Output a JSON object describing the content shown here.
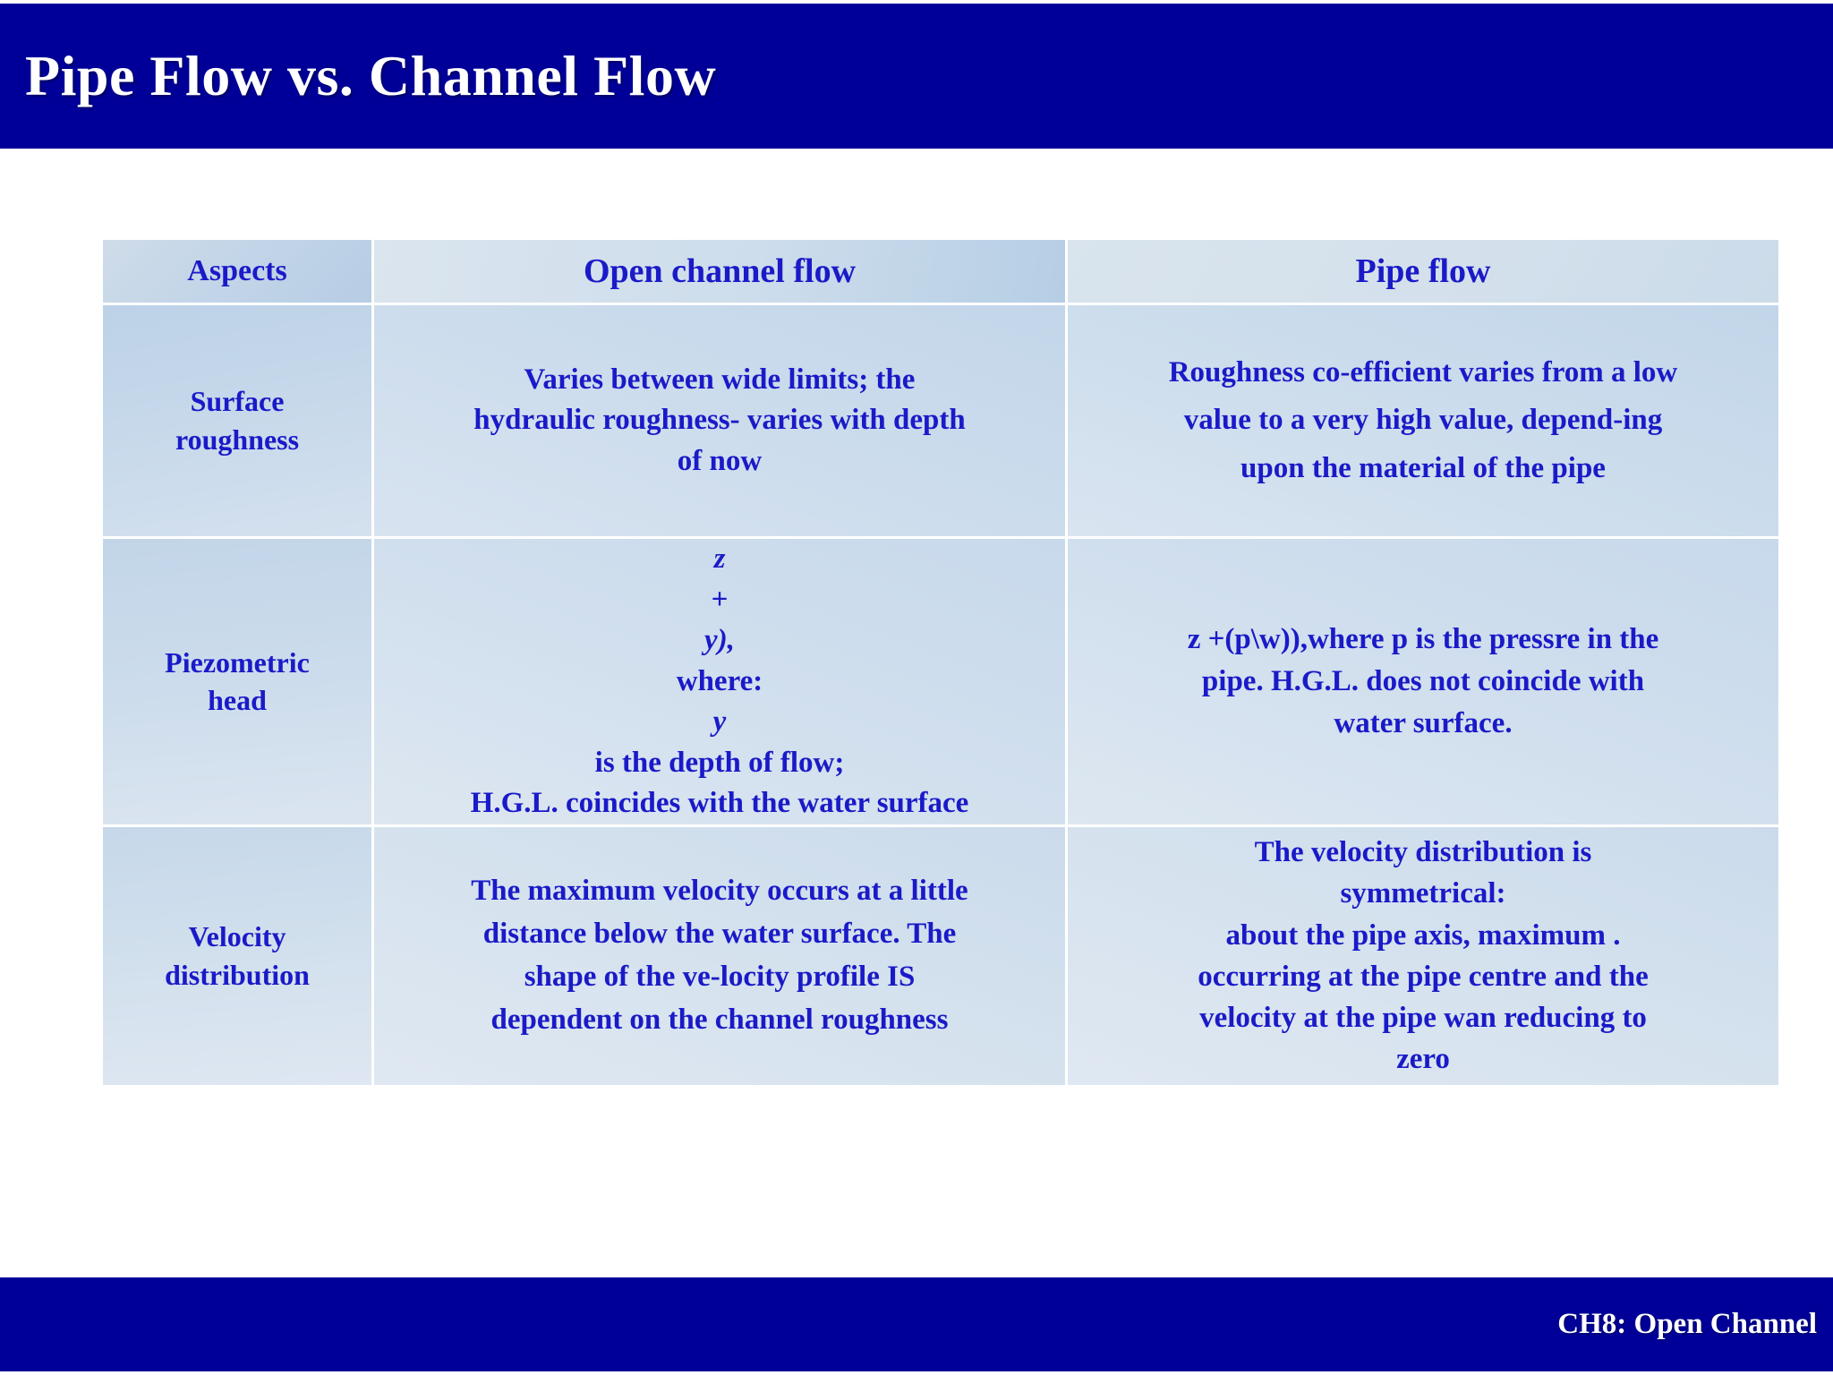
{
  "slide": {
    "title": "Pipe Flow vs. Channel Flow",
    "footer": "CH8: Open Channel",
    "colors": {
      "banner": "#000099",
      "title_text": "#ffffff",
      "table_text": "#1a1ac8",
      "cell_light": "#dbe5ee",
      "cell_dark": "#b7cde4",
      "page_background": "#ffffff"
    }
  },
  "table": {
    "headers": {
      "aspects": "Aspects",
      "open_channel_flow": "Open channel flow",
      "pipe_flow": "Pipe flow"
    },
    "rows": [
      {
        "aspect_line1": "Surface",
        "aspect_line2": "roughness",
        "open_channel": {
          "line1": "Varies between wide limits; the",
          "line2": "hydraulic roughness- varies with depth",
          "line3": "of now"
        },
        "pipe": {
          "line1": "Roughness co-efficient varies from a low",
          "line2": "value to a very high value, depend-ing",
          "line3": "upon the material of the pipe"
        }
      },
      {
        "aspect_line1": "Piezometric",
        "aspect_line2": "head",
        "open_channel": {
          "line1_var1": "z",
          "line1_mid": "+ ",
          "line1_var2": "y),",
          "line1_rest_a": " where: ",
          "line1_var3": "y",
          "line1_rest_b": " is the depth of flow;",
          "line2": "H.G.L. coincides with the water surface"
        },
        "pipe": {
          "line1": "z +(p\\w)),where p is the pressre in  the",
          "line2": "pipe. H.G.L. does not coincide with",
          "line3": "water surface."
        }
      },
      {
        "aspect_line1": "Velocity",
        "aspect_line2": "distribution",
        "open_channel": {
          "line1": "The maximum velocity occurs at a little",
          "line2": "distance below the water surface. The",
          "line3": "shape of the ve-locity profile IS",
          "line4": "dependent on the channel roughness"
        },
        "pipe": {
          "line1": "The velocity distribution is",
          "line2": "symmetrical:",
          "line3": "about the pipe axis, maximum .",
          "line4": "occurring at the pipe centre and the",
          "line5": "velocity at the pipe wan reducing to",
          "line6": "zero"
        }
      }
    ]
  }
}
